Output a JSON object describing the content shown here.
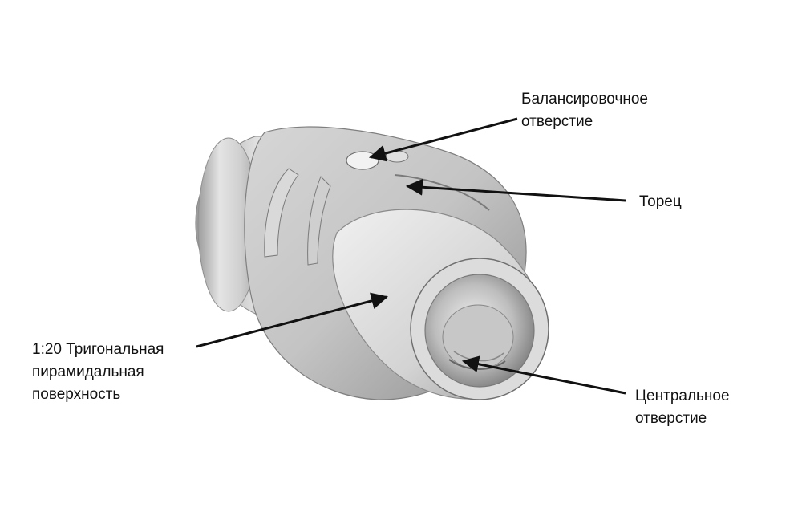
{
  "diagram": {
    "subject": "tool-holder-part",
    "labels": {
      "balance_hole": [
        "Балансировочное",
        "отверстие"
      ],
      "end_face": [
        "Торец"
      ],
      "pyramid_surface": [
        "1:20 Тригональная",
        "пирамидальная",
        "поверхность"
      ],
      "center_hole": [
        "Центральное",
        "отверстие"
      ]
    },
    "colors": {
      "background": "#ffffff",
      "text": "#111111",
      "arrow": "#111111",
      "metal_light": "#e6e6e6",
      "metal_mid": "#bdbdbd",
      "metal_dark": "#8a8a8a"
    }
  }
}
